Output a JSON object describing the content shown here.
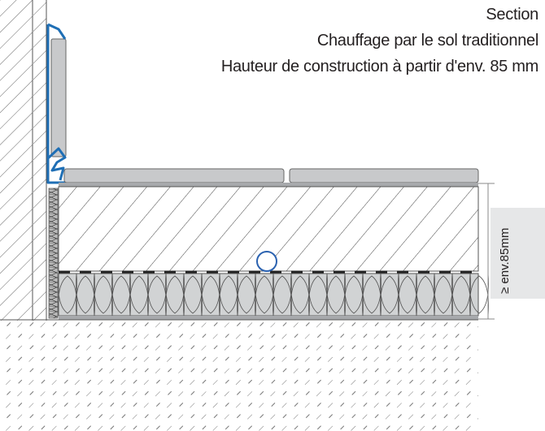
{
  "title": {
    "line1": "Section",
    "line2": "Chauffage par le sol traditionnel",
    "line3": "Hauteur de construction à partir d'env. 85 mm"
  },
  "dimension": {
    "label": "≥ env.85mm"
  },
  "colors": {
    "profile": "#1f6fb5",
    "tile": "#c8c9cb",
    "insulation": "#d1d3d4",
    "pipe": "#2b62b0",
    "label_bg": "#e6e7e8"
  }
}
